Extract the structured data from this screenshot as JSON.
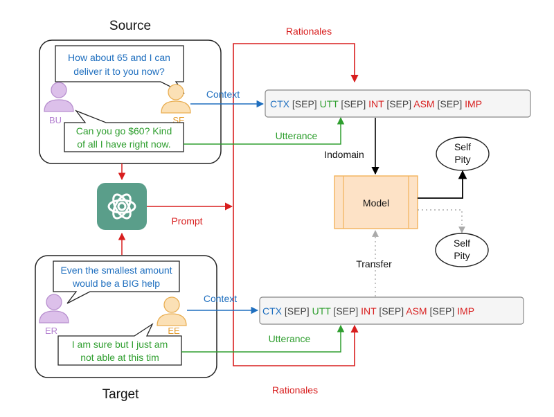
{
  "source": {
    "title": "Source",
    "bubble_top": [
      "How about 65 and I can",
      "deliver  it to you now?"
    ],
    "bubble_bottom": [
      "Can you go $60? Kind",
      "of all I have right now."
    ],
    "left_person": "BU",
    "right_person": "SE"
  },
  "target": {
    "title": "Target",
    "bubble_top": [
      "Even the smallest amount",
      "would be a BIG help"
    ],
    "bubble_bottom": [
      "I am sure but I just am",
      "not able at this tim"
    ],
    "left_person": "ER",
    "right_person": "EE"
  },
  "arrows": {
    "rationales_top": "Rationales",
    "rationales_bottom": "Rationales",
    "context_top": "Context",
    "context_bottom": "Context",
    "utterance_top": "Utterance",
    "utterance_bottom": "Utterance",
    "prompt": "Prompt",
    "indomain": "Indomain",
    "transfer": "Transfer"
  },
  "sequence": {
    "tokens": [
      {
        "text": "CTX",
        "color": "#1f6fbf"
      },
      {
        "text": " [SEP] ",
        "color": "#444444"
      },
      {
        "text": "UTT",
        "color": "#2e9e2e"
      },
      {
        "text": " [SEP] ",
        "color": "#444444"
      },
      {
        "text": "INT",
        "color": "#d81e1e"
      },
      {
        "text": " [SEP] ",
        "color": "#444444"
      },
      {
        "text": "ASM",
        "color": "#d81e1e"
      },
      {
        "text": " [SEP] ",
        "color": "#444444"
      },
      {
        "text": "IMP",
        "color": "#d81e1e"
      }
    ]
  },
  "model": {
    "label": "Model"
  },
  "outputs": {
    "top": [
      "Self",
      "Pity"
    ],
    "bottom": [
      "Self",
      "Pity"
    ]
  },
  "llm_icon": "openai-logo-icon",
  "colors": {
    "red": "#d81e1e",
    "blue": "#1f6fbf",
    "green": "#2e9e2e",
    "person": "#c9a0dc",
    "person_se": "#f4c98a",
    "model_fill": "#fde2c6",
    "model_stroke": "#f2b25a",
    "logo_bg": "#5a9e8a"
  }
}
